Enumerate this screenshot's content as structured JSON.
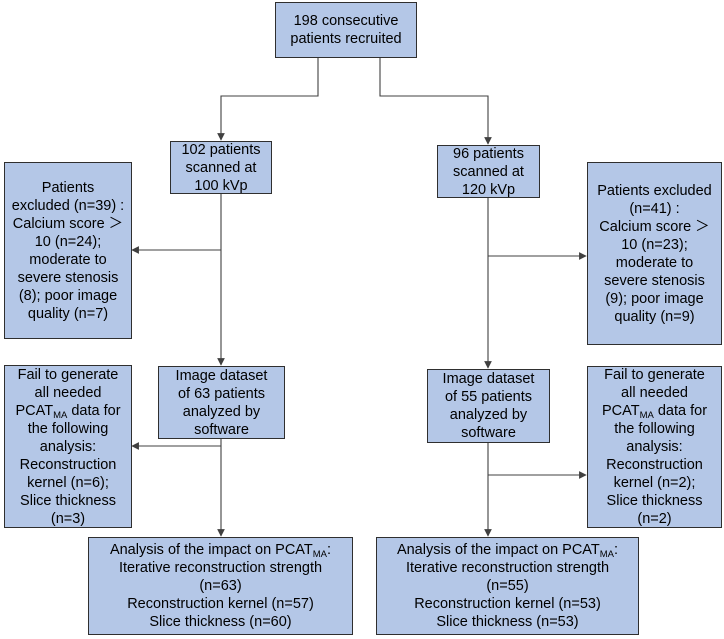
{
  "flowchart": {
    "top": {
      "lines": [
        "198 consecutive",
        "patients recruited"
      ]
    },
    "left": {
      "scan": {
        "lines": [
          "102 patients",
          "scanned at",
          "100 kVp"
        ]
      },
      "excluded": {
        "lines": [
          "Patients",
          "excluded (n=39) :",
          "Calcium score ＞",
          "10 (n=24);",
          "moderate to",
          "severe stenosis",
          "(8); poor image",
          "quality (n=7)"
        ]
      },
      "dataset": {
        "lines": [
          "Image dataset",
          "of 63 patients",
          "analyzed by",
          "software"
        ]
      },
      "fail": {
        "line1": "Fail to generate",
        "line2": "all needed",
        "pcat_prefix": "PCAT",
        "pcat_sub": "MA",
        "pcat_suffix": " data for",
        "line4": "the following",
        "line5": "analysis:",
        "line6": "Reconstruction",
        "line7": "kernel (n=6);",
        "line8": "Slice thickness",
        "line9": "(n=3)"
      },
      "analysis": {
        "title_prefix": "Analysis of the impact on PCAT",
        "title_sub": "MA",
        "title_suffix": ":",
        "line2": "Iterative reconstruction strength",
        "line3": "(n=63)",
        "line4": "Reconstruction kernel (n=57)",
        "line5": "Slice thickness (n=60)"
      }
    },
    "right": {
      "scan": {
        "lines": [
          "96 patients",
          "scanned at",
          "120 kVp"
        ]
      },
      "excluded": {
        "lines": [
          "Patients excluded",
          "(n=41) :",
          "Calcium score ＞",
          "10 (n=23);",
          "moderate to",
          "severe stenosis",
          "(9); poor image",
          "quality (n=9)"
        ]
      },
      "dataset": {
        "lines": [
          "Image dataset",
          "of 55 patients",
          "analyzed by",
          "software"
        ]
      },
      "fail": {
        "line1": "Fail to generate",
        "line2": "all needed",
        "pcat_prefix": "PCAT",
        "pcat_sub": "MA",
        "pcat_suffix": " data for",
        "line4": "the following",
        "line5": "analysis:",
        "line6": "Reconstruction",
        "line7": "kernel (n=2);",
        "line8": "Slice thickness",
        "line9": "(n=2)"
      },
      "analysis": {
        "title_prefix": "Analysis of the impact on PCAT",
        "title_sub": "MA",
        "title_suffix": ":",
        "line2": "Iterative reconstruction strength",
        "line3": "(n=55)",
        "line4": "Reconstruction kernel (n=53)",
        "line5": "Slice thickness (n=53)"
      }
    }
  }
}
